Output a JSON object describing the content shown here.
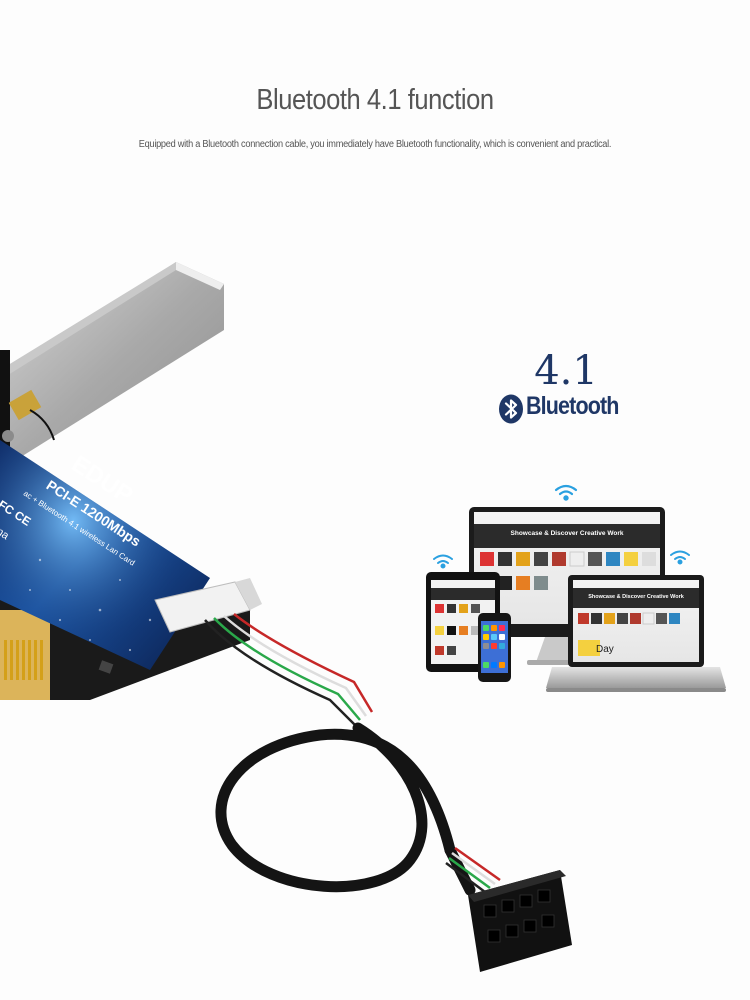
{
  "heading": {
    "title": "Bluetooth 4.1 function",
    "subtitle": "Equipped with a Bluetooth connection cable, you immediately have Bluetooth functionality, which is convenient and practical."
  },
  "card": {
    "brand": "EDUP",
    "model": "PCI-E 1200Mbps",
    "spec": "ac + Bluetooth 4.1 wireless Lan Card",
    "cert": "FC CE",
    "origin": "in China"
  },
  "bluetooth_badge": {
    "version": "4.1",
    "word": "Bluetooth",
    "icon": "bluetooth-rune-icon"
  },
  "devices": {
    "monitor_banner": "Showcase & Discover Creative Work",
    "laptop_banner": "Showcase & Discover Creative Work",
    "laptop_tile": "Day"
  },
  "colors": {
    "bluetooth_navy": "#1f3766",
    "wifi_blue": "#2aa0e0",
    "card_blue": "#173a7a",
    "cable_black": "#141414",
    "bracket_gray": "#b5b5b5"
  }
}
